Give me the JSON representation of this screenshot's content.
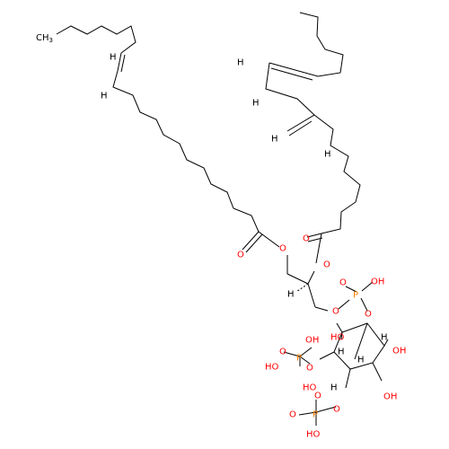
{
  "molecule": {
    "labels": {
      "ch3": "CH",
      "ch3_sub": "3",
      "h": "H",
      "o": "O",
      "p": "P",
      "oh": "OH",
      "ho": "HO"
    },
    "colors": {
      "carbon": "#000000",
      "oxygen": "#ff0000",
      "phosphorus": "#ff8000",
      "background": "#ffffff"
    }
  }
}
